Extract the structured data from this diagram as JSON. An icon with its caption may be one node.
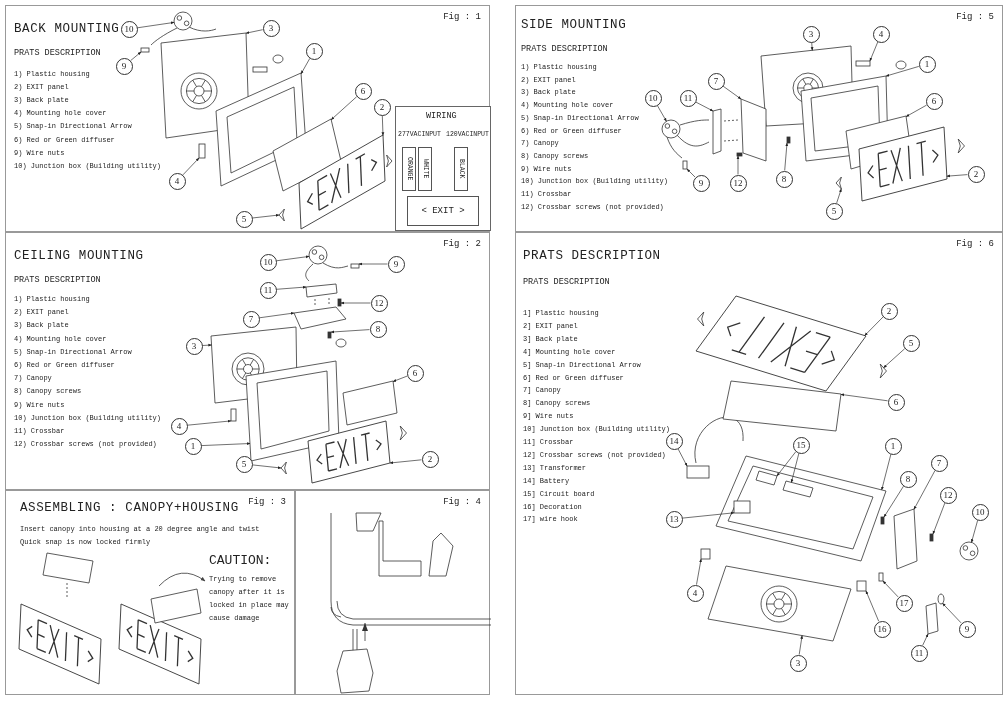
{
  "diagram": {
    "nodes": [
      {
        "text": [
          "BACK MOUNTING",
          "PRATS DESCRIPTION",
          "1) Plastic housing",
          "2) EXIT panel",
          "3) Back plate",
          "4) Mounting hole cover",
          "5) Snap-in Directional Arrow",
          "6) Red or Green diffuser",
          "9) Wire nuts",
          "10) Junction box (Building utility)",
          "Fig : 1"
        ]
      },
      {
        "text": [
          "WIRING",
          "277VACINPUT",
          "120VACINPUT"
        ],
        "in": 0
      },
      {
        "text": [
          "ORANGE"
        ],
        "in": 1
      },
      {
        "text": [
          "WHITE"
        ],
        "in": 1
      },
      {
        "text": [
          "BLACK"
        ],
        "in": 1
      },
      {
        "text": [
          "< EXIT >"
        ],
        "in": 1
      },
      {
        "text": [
          "10"
        ],
        "in": 0
      },
      {
        "text": [
          "3"
        ],
        "in": 0
      },
      {
        "text": [
          "9"
        ],
        "in": 0
      },
      {
        "text": [
          "1"
        ],
        "in": 0
      },
      {
        "text": [
          "6"
        ],
        "in": 0
      },
      {
        "text": [
          "2"
        ],
        "in": 0
      },
      {
        "text": [
          "4"
        ],
        "in": 0
      },
      {
        "text": [
          "5"
        ],
        "in": 0
      },
      {
        "text": [
          "CEILING MOUNTING",
          "PRATS DESCRIPTION",
          "1) Plastic housing",
          "2) EXIT panel",
          "3) Back plate",
          "4) Mounting hole cover",
          "5) Snap-in Directional Arrow",
          "6) Red or Green diffuser",
          "7) Canopy",
          "8) Canopy screws",
          "9) Wire nuts",
          "10) Junction box (Building utility)",
          "11) Crossbar",
          "12) Crossbar screws (not provided)",
          "Fig : 2"
        ]
      },
      {
        "text": [
          "10"
        ],
        "in": 14
      },
      {
        "text": [
          "9"
        ],
        "in": 14
      },
      {
        "text": [
          "11"
        ],
        "in": 14
      },
      {
        "text": [
          "12"
        ],
        "in": 14
      },
      {
        "text": [
          "7"
        ],
        "in": 14
      },
      {
        "text": [
          "8"
        ],
        "in": 14
      },
      {
        "text": [
          "3"
        ],
        "in": 14
      },
      {
        "text": [
          "6"
        ],
        "in": 14
      },
      {
        "text": [
          "4"
        ],
        "in": 14
      },
      {
        "text": [
          "1"
        ],
        "in": 14
      },
      {
        "text": [
          "5"
        ],
        "in": 14
      },
      {
        "text": [
          "2"
        ],
        "in": 14
      },
      {
        "text": [
          "ASSEMBLING : CANOPY+HOUSING",
          "Fig : 3",
          "Insert canopy into housing at a 20 degree angle and twist",
          "Quick snap is now locked firmly",
          "CAUTION:",
          "Trying to remove canopy after it is locked in place may cause damage"
        ]
      },
      {
        "text": [
          "Fig : 4"
        ]
      },
      {
        "text": [
          "SIDE MOUNTING",
          "PRATS DESCRIPTION",
          "1) Plastic housing",
          "2) EXIT panel",
          "3) Back plate",
          "4) Mounting hole cover",
          "5) Snap-in Directional Arrow",
          "6) Red or Green diffuser",
          "7) Canopy",
          "8) Canopy screws",
          "9) Wire nuts",
          "10) Junction box (Building utility)",
          "11) Crossbar",
          "12) Crossbar screws (not provided)",
          "Fig : 5"
        ]
      },
      {
        "text": [
          "3"
        ],
        "in": 29
      },
      {
        "text": [
          "4"
        ],
        "in": 29
      },
      {
        "text": [
          "1"
        ],
        "in": 29
      },
      {
        "text": [
          "6"
        ],
        "in": 29
      },
      {
        "text": [
          "10"
        ],
        "in": 29
      },
      {
        "text": [
          "11"
        ],
        "in": 29
      },
      {
        "text": [
          "7"
        ],
        "in": 29
      },
      {
        "text": [
          "2"
        ],
        "in": 29
      },
      {
        "text": [
          "9"
        ],
        "in": 29
      },
      {
        "text": [
          "12"
        ],
        "in": 29
      },
      {
        "text": [
          "8"
        ],
        "in": 29
      },
      {
        "text": [
          "5"
        ],
        "in": 29
      },
      {
        "text": [
          "PRATS DESCRIPTION",
          "PRATS DESCRIPTION",
          "1] Plastic housing",
          "2] EXIT panel",
          "3] Back plate",
          "4] Mounting hole cover",
          "5] Snap-in Directional Arrow",
          "6] Red or Green diffuser",
          "7] Canopy",
          "8] Canopy screws",
          "9] Wire nuts",
          "10] Junction box (Building utility)",
          "11] Crossbar",
          "12] Crossbar screws (not provided)",
          "13] Transformer",
          "14] Battery",
          "15] Circuit board",
          "16] Decoration",
          "17] wire hook",
          "Fig : 6"
        ]
      },
      {
        "text": [
          "2"
        ],
        "in": 42
      },
      {
        "text": [
          "5"
        ],
        "in": 42
      },
      {
        "text": [
          "6"
        ],
        "in": 42
      },
      {
        "text": [
          "14"
        ],
        "in": 42
      },
      {
        "text": [
          "1"
        ],
        "in": 42
      },
      {
        "text": [
          "15"
        ],
        "in": 42
      },
      {
        "text": [
          "13"
        ],
        "in": 42
      },
      {
        "text": [
          "8"
        ],
        "in": 42
      },
      {
        "text": [
          "7"
        ],
        "in": 42
      },
      {
        "text": [
          "12"
        ],
        "in": 42
      },
      {
        "text": [
          "10"
        ],
        "in": 42
      },
      {
        "text": [
          "17"
        ],
        "in": 42
      },
      {
        "text": [
          "16"
        ],
        "in": 42
      },
      {
        "text": [
          "4"
        ],
        "in": 42
      },
      {
        "text": [
          "9"
        ],
        "in": 42
      },
      {
        "text": [
          "11"
        ],
        "in": 42
      },
      {
        "text": [
          "3"
        ],
        "in": 42
      },
      {
        "text": [],
        "shape": "picture",
        "in": 0
      },
      {
        "text": [],
        "shape": "picture",
        "in": 0
      },
      {
        "text": [],
        "shape": "box",
        "in": 0
      },
      {
        "text": [],
        "shape": "picture",
        "in": 0
      },
      {
        "text": [],
        "shape": "parallelogram",
        "in": 0
      },
      {
        "text": [],
        "shape": "picture",
        "in": 0
      },
      {
        "text": [],
        "shape": "box",
        "in": 0
      },
      {
        "text": [],
        "shape": "chevron",
        "in": 0
      },
      {
        "text": [],
        "shape": "picture",
        "in": 14
      },
      {
        "text": [],
        "shape": "box",
        "in": 14
      },
      {
        "text": [],
        "shape": "parallelogram",
        "in": 14
      },
      {
        "text": [],
        "shape": "box",
        "in": 14
      },
      {
        "text": [],
        "shape": "parallelogram",
        "in": 14
      },
      {
        "text": [],
        "shape": "box",
        "in": 14
      },
      {
        "text": [],
        "shape": "picture",
        "in": 14
      },
      {
        "text": [],
        "shape": "parallelogram",
        "in": 14
      },
      {
        "text": [],
        "shape": "box",
        "in": 14
      },
      {
        "text": [],
        "shape": "picture",
        "in": 14
      },
      {
        "text": [],
        "shape": "chevron",
        "in": 14
      },
      {
        "text": [],
        "shape": "picture",
        "in": 14
      },
      {
        "text": [],
        "shape": "picture",
        "in": 29
      },
      {
        "text": [],
        "shape": "box",
        "in": 29
      },
      {
        "text": [],
        "shape": "picture",
        "in": 29
      },
      {
        "text": [],
        "shape": "parallelogram",
        "in": 29
      },
      {
        "text": [],
        "shape": "picture",
        "in": 29
      },
      {
        "text": [],
        "shape": "parallelogram",
        "in": 29
      },
      {
        "text": [],
        "shape": "parallelogram",
        "in": 29
      },
      {
        "text": [],
        "shape": "picture",
        "in": 29
      },
      {
        "text": [],
        "shape": "box",
        "in": 29
      },
      {
        "text": [],
        "shape": "box",
        "in": 29
      },
      {
        "text": [],
        "shape": "box",
        "in": 29
      },
      {
        "text": [],
        "shape": "chevron",
        "in": 29
      },
      {
        "text": [],
        "shape": "picture",
        "in": 42
      },
      {
        "text": [],
        "shape": "chevron",
        "in": 42
      },
      {
        "text": [],
        "shape": "parallelogram",
        "in": 42
      },
      {
        "text": [],
        "shape": "box",
        "in": 42
      },
      {
        "text": [],
        "shape": "picture",
        "in": 42
      },
      {
        "text": [],
        "shape": "parallelogram",
        "in": 96
      },
      {
        "text": [],
        "shape": "parallelogram",
        "in": 96
      },
      {
        "text": [],
        "shape": "box",
        "in": 96
      },
      {
        "text": [],
        "shape": "box",
        "in": 42
      },
      {
        "text": [],
        "shape": "parallelogram",
        "in": 42
      },
      {
        "text": [],
        "shape": "box",
        "in": 42
      },
      {
        "text": [],
        "shape": "picture",
        "in": 42
      },
      {
        "text": [],
        "shape": "box",
        "in": 42
      },
      {
        "text": [],
        "shape": "box",
        "in": 42
      },
      {
        "text": [],
        "shape": "box",
        "in": 42
      },
      {
        "text": [],
        "shape": "circle",
        "in": 42
      },
      {
        "text": [],
        "shape": "parallelogram",
        "in": 42
      },
      {
        "text": [],
        "shape": "picture",
        "in": 42
      }
    ],
    "edges": [
      {
        "from": 6,
        "to": 60,
        "arrow": "to"
      },
      {
        "from": 7,
        "to": 61,
        "arrow": "to"
      },
      {
        "from": 8,
        "to": 62,
        "arrow": "to"
      },
      {
        "from": 9,
        "to": 63,
        "arrow": "to"
      },
      {
        "from": 10,
        "to": 64,
        "arrow": "to"
      },
      {
        "from": 11,
        "to": 65,
        "arrow": "to"
      },
      {
        "from": 12,
        "to": 66,
        "arrow": "to"
      },
      {
        "from": 13,
        "to": 67,
        "arrow": "to"
      },
      {
        "from": 15,
        "to": 68,
        "arrow": "to"
      },
      {
        "from": 16,
        "to": 69,
        "arrow": "to"
      },
      {
        "from": 17,
        "to": 70,
        "arrow": "to"
      },
      {
        "from": 18,
        "to": 71,
        "arrow": "to"
      },
      {
        "from": 19,
        "to": 72,
        "arrow": "to"
      },
      {
        "from": 20,
        "to": 73,
        "arrow": "to"
      },
      {
        "from": 21,
        "to": 74,
        "arrow": "to"
      },
      {
        "from": 22,
        "to": 75,
        "arrow": "to"
      },
      {
        "from": 23,
        "to": 76,
        "arrow": "to"
      },
      {
        "from": 24,
        "to": 77,
        "arrow": "to"
      },
      {
        "from": 25,
        "to": 78,
        "arrow": "to"
      },
      {
        "from": 26,
        "to": 79,
        "arrow": "to"
      },
      {
        "from": 30,
        "to": 80,
        "arrow": "to"
      },
      {
        "from": 31,
        "to": 81,
        "arrow": "to"
      },
      {
        "from": 32,
        "to": 82,
        "arrow": "to"
      },
      {
        "from": 33,
        "to": 86,
        "arrow": "to"
      },
      {
        "from": 34,
        "to": 84,
        "arrow": "to"
      },
      {
        "from": 35,
        "to": 83,
        "arrow": "to"
      },
      {
        "from": 36,
        "to": 85,
        "arrow": "to"
      },
      {
        "from": 37,
        "to": 87,
        "arrow": "to"
      },
      {
        "from": 38,
        "to": 88,
        "arrow": "to"
      },
      {
        "from": 39,
        "to": 89,
        "arrow": "to"
      },
      {
        "from": 40,
        "to": 90,
        "arrow": "to"
      },
      {
        "from": 41,
        "to": 91,
        "arrow": "to"
      },
      {
        "from": 43,
        "to": 92,
        "arrow": "to"
      },
      {
        "from": 44,
        "to": 93,
        "arrow": "to"
      },
      {
        "from": 45,
        "to": 94,
        "arrow": "to"
      },
      {
        "from": 46,
        "to": 95,
        "arrow": "to"
      },
      {
        "from": 47,
        "to": 96,
        "arrow": "to"
      },
      {
        "from": 48,
        "to": 97,
        "arrow": "to"
      },
      {
        "from": 48,
        "to": 98,
        "arrow": "to"
      },
      {
        "from": 49,
        "to": 99,
        "arrow": "to"
      },
      {
        "from": 50,
        "to": 100,
        "arrow": "to"
      },
      {
        "from": 51,
        "to": 101,
        "arrow": "to"
      },
      {
        "from": 52,
        "to": 102,
        "arrow": "to"
      },
      {
        "from": 53,
        "to": 103,
        "arrow": "to"
      },
      {
        "from": 54,
        "to": 104,
        "arrow": "to"
      },
      {
        "from": 55,
        "to": 105,
        "arrow": "to"
      },
      {
        "from": 56,
        "to": 106,
        "arrow": "to"
      },
      {
        "from": 57,
        "to": 107,
        "arrow": "to"
      },
      {
        "from": 58,
        "to": 108,
        "arrow": "to"
      },
      {
        "from": 59,
        "to": 109,
        "arrow": "to"
      }
    ]
  }
}
